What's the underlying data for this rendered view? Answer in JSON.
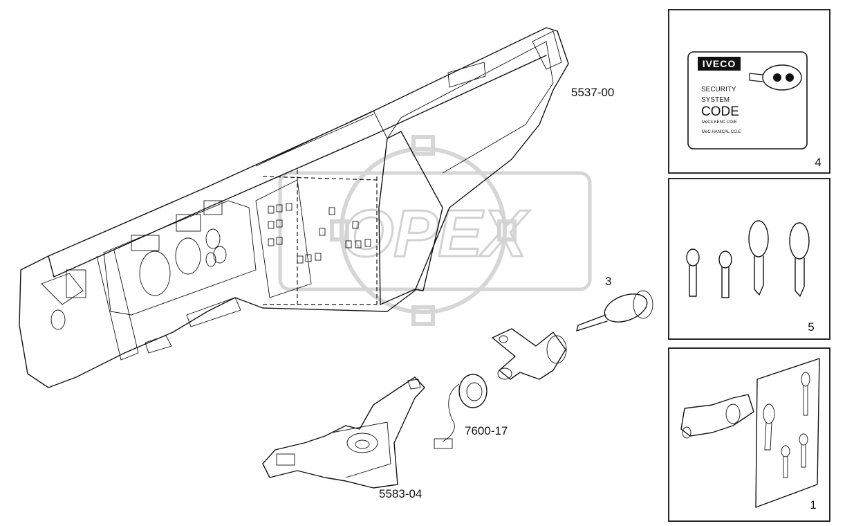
{
  "watermark": {
    "text": "OPEX"
  },
  "part_labels": {
    "dashboard": "5537-00",
    "ignition_wiring": "7600-17",
    "steering_switch": "5583-04",
    "key": "3"
  },
  "boxes": {
    "card": {
      "number": "4",
      "brand": "IVECO",
      "line1": "SECURITY",
      "line2": "SYSTEM",
      "line3": "CODE",
      "small1": "MeC4 KENC CO/E",
      "small2": "MeC.HANICAL CO.E"
    },
    "keys": {
      "number": "5"
    },
    "lock_set": {
      "number": "1"
    }
  }
}
